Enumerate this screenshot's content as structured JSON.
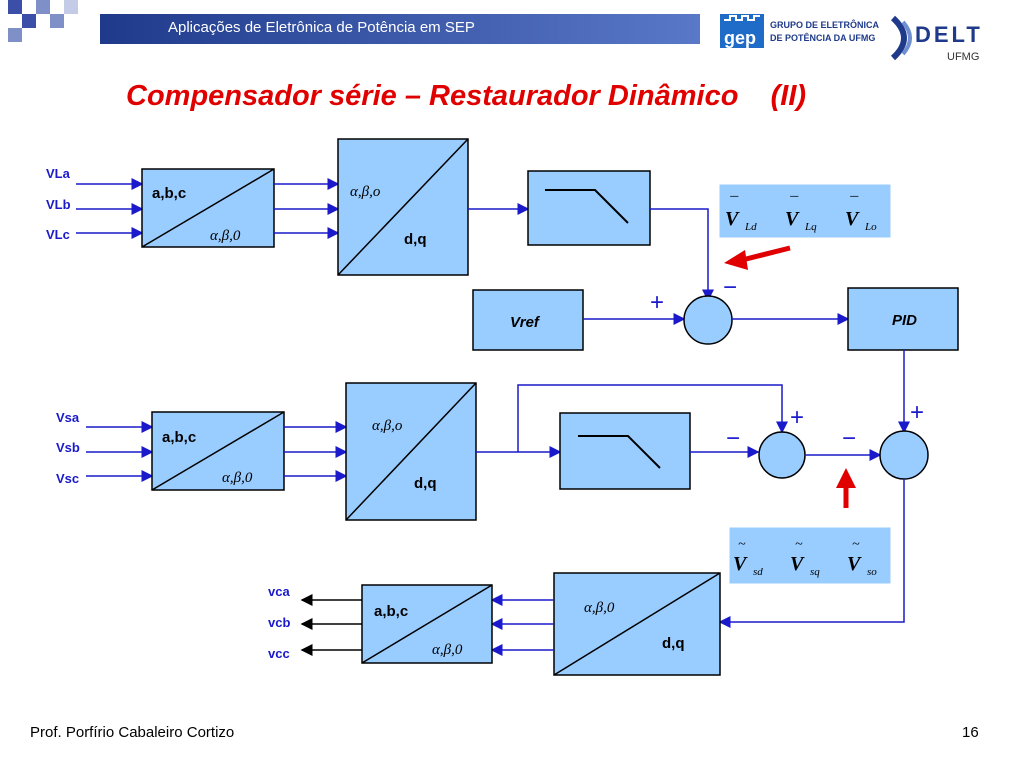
{
  "header": {
    "title": "Aplicações de Eletrônica de Potência em SEP",
    "gep_logo": "gep",
    "gep_text_line1": "GRUPO DE ELETRÔNICA",
    "gep_text_line2": "DE POTÊNCIA DA UFMG",
    "delt_logo": "DELT",
    "ufmg_logo": "UFMG"
  },
  "slide": {
    "title": "Compensador série – Restaurador Dinâmico    (II)"
  },
  "diagram": {
    "inputs_top": [
      "VLa",
      "VLb",
      "VLc"
    ],
    "inputs_mid": [
      "Vsa",
      "Vsb",
      "Vsc"
    ],
    "outputs_bottom": [
      "vca",
      "vcb",
      "vcc"
    ],
    "abc_label": "a,b,c",
    "alphabeta0_label": "α,β,0",
    "alphabetao_label": "α,β,o",
    "dq_label": "d,q",
    "vref_label": "Vref",
    "pid_label": "PID",
    "plus": "+",
    "minus": "−",
    "vl_symbols": [
      {
        "base": "V",
        "mark": "¯",
        "sub": "Ld"
      },
      {
        "base": "V",
        "mark": "¯",
        "sub": "Lq"
      },
      {
        "base": "V",
        "mark": "¯",
        "sub": "Lo"
      }
    ],
    "vs_symbols": [
      {
        "base": "V",
        "mark": "~",
        "sub": "sd"
      },
      {
        "base": "V",
        "mark": "~",
        "sub": "sq"
      },
      {
        "base": "V",
        "mark": "~",
        "sub": "so"
      }
    ]
  },
  "footer": {
    "author": "Prof. Porfírio Cabaleiro Cortizo",
    "page": "16"
  },
  "colors": {
    "block_fill": "#99ccff",
    "line": "#1a1acc",
    "title": "#e00000",
    "arrow_red": "#e00000"
  }
}
